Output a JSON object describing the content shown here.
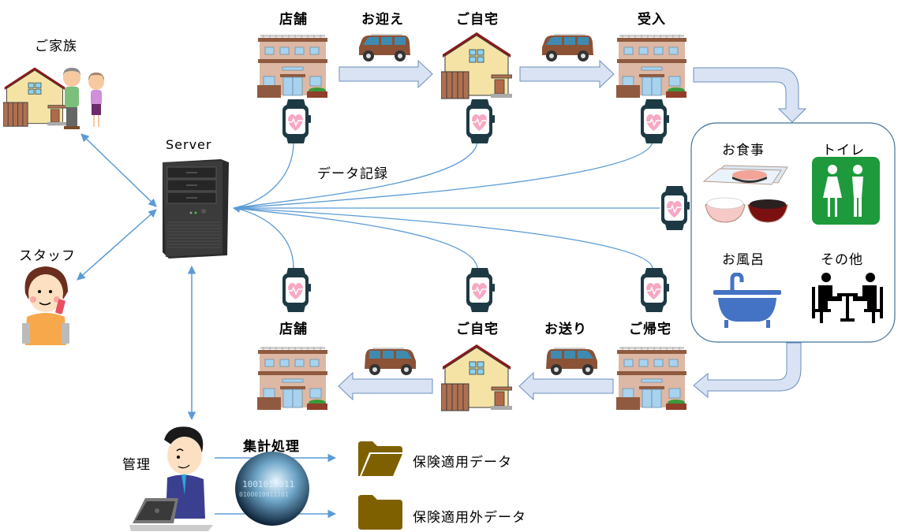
{
  "diagram": {
    "actors": {
      "family": "ご家族",
      "staff": "スタッフ",
      "server": "Server",
      "admin": "管理"
    },
    "top_row": {
      "store": "店舗",
      "pickup": "お迎え",
      "home": "ご自宅",
      "reception": "受入"
    },
    "bottom_row": {
      "store": "店舗",
      "home": "ご自宅",
      "dropoff": "お送り",
      "return_home": "ご帰宅"
    },
    "activities": {
      "meal": "お食事",
      "toilet": "トイレ",
      "bath": "お風呂",
      "other": "その他"
    },
    "data_record_label": "データ記録",
    "aggregation_label": "集計処理",
    "outputs": [
      {
        "label": "保険適用データ",
        "icon": "folder-open-icon"
      },
      {
        "label": "保険適用外データ",
        "icon": "folder-icon"
      }
    ],
    "colors": {
      "connector": "#5b9bd5",
      "flow_arrow_fill": "#dae3f3",
      "flow_arrow_stroke": "#6b8fbf",
      "activity_box_border": "#41719c",
      "folder": "#7f6000",
      "toilet_green": "#1e9a3c",
      "bath_blue": "#4472c4",
      "watch_band": "#1d3a44",
      "heart": "#f7a8c4"
    }
  }
}
